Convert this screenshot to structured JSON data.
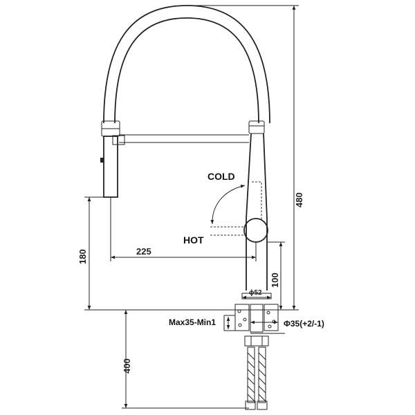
{
  "labels": {
    "cold": "COLD",
    "hot": "HOT",
    "max_min": "Max35-Min1",
    "phi35": "Φ35(+2/-1)",
    "phi52": "ϕ52"
  },
  "dimensions": {
    "height_total": "480",
    "spout_height": "180",
    "reach": "225",
    "handle_height": "100",
    "hose_length": "400"
  },
  "colors": {
    "line": "#222222",
    "background": "#ffffff"
  }
}
